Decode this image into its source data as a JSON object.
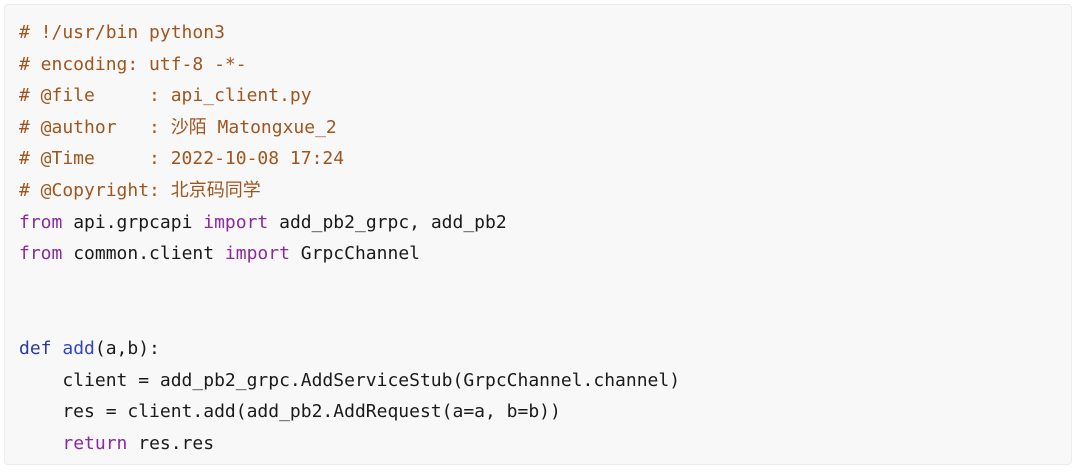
{
  "colors": {
    "background": "#f8f8f8",
    "comment": "#a0551e",
    "keyword": "#8a2aa0",
    "def_keyword": "#2a3a9e",
    "function_name": "#3345c5",
    "plain": "#1a1a1a"
  },
  "code": {
    "lines": [
      [
        {
          "type": "comment",
          "text": "# !/usr/bin python3"
        }
      ],
      [
        {
          "type": "comment",
          "text": "# encoding: utf-8 -*-"
        }
      ],
      [
        {
          "type": "comment",
          "text": "# @file     : api_client.py"
        }
      ],
      [
        {
          "type": "comment",
          "text": "# @author   : 沙陌 Matongxue_2"
        }
      ],
      [
        {
          "type": "comment",
          "text": "# @Time     : 2022-10-08 17:24"
        }
      ],
      [
        {
          "type": "comment",
          "text": "# @Copyright: 北京码同学"
        }
      ],
      [
        {
          "type": "keyword",
          "text": "from"
        },
        {
          "type": "plain",
          "text": " api.grpcapi "
        },
        {
          "type": "keyword",
          "text": "import"
        },
        {
          "type": "plain",
          "text": " add_pb2_grpc, add_pb2"
        }
      ],
      [
        {
          "type": "keyword",
          "text": "from"
        },
        {
          "type": "plain",
          "text": " common.client "
        },
        {
          "type": "keyword",
          "text": "import"
        },
        {
          "type": "plain",
          "text": " GrpcChannel"
        }
      ],
      [],
      [],
      [
        {
          "type": "def",
          "text": "def"
        },
        {
          "type": "plain",
          "text": " "
        },
        {
          "type": "func",
          "text": "add"
        },
        {
          "type": "plain",
          "text": "(a,b):"
        }
      ],
      [
        {
          "type": "plain",
          "text": "    client = add_pb2_grpc.AddServiceStub(GrpcChannel.channel)"
        }
      ],
      [
        {
          "type": "plain",
          "text": "    res = client.add(add_pb2.AddRequest(a=a, b=b))"
        }
      ],
      [
        {
          "type": "plain",
          "text": "    "
        },
        {
          "type": "keyword",
          "text": "return"
        },
        {
          "type": "plain",
          "text": " res.res"
        }
      ]
    ]
  }
}
